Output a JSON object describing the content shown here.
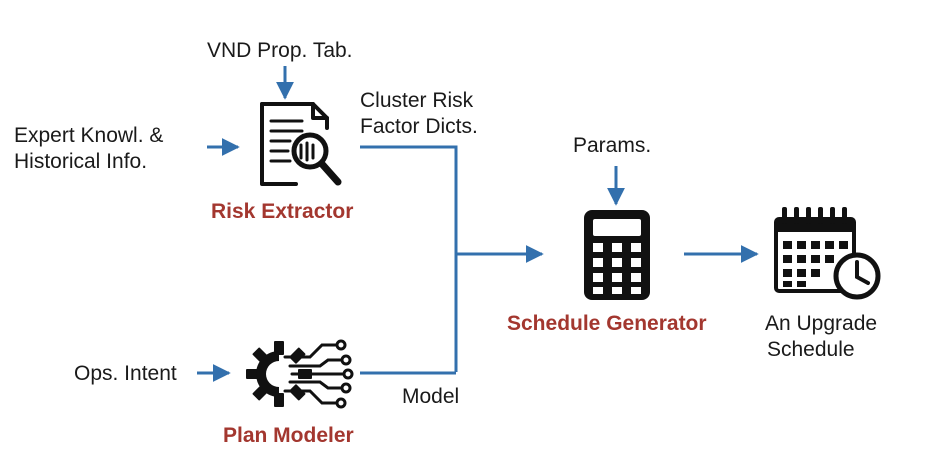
{
  "colors": {
    "arrow": "#3370ad",
    "component_label": "#a3372f",
    "icon": "#111111"
  },
  "inputs": {
    "vnd_prop_tab": "VND Prop. Tab.",
    "expert_line1": "Expert Knowl. &",
    "expert_line2": "Historical Info.",
    "ops_intent": "Ops. Intent",
    "params": "Params."
  },
  "components": {
    "risk_extractor": "Risk Extractor",
    "plan_modeler": "Plan Modeler",
    "schedule_generator": "Schedule Generator"
  },
  "flows": {
    "cluster_line1": "Cluster Risk",
    "cluster_line2": "Factor Dicts.",
    "model": "Model"
  },
  "output": {
    "line1": "An Upgrade",
    "line2": "Schedule"
  },
  "icons": {
    "risk_extractor": "document-magnifier-icon",
    "plan_modeler": "gear-circuit-icon",
    "schedule_generator": "calculator-icon",
    "output": "calendar-clock-icon"
  }
}
